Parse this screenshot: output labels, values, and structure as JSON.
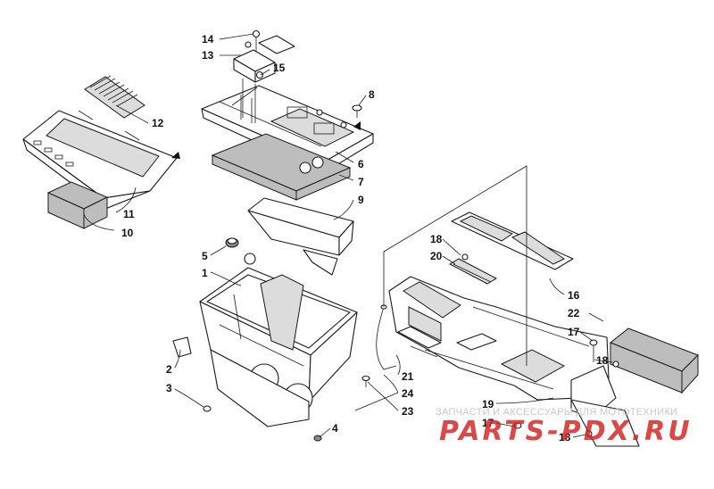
{
  "callouts": [
    {
      "id": "c14",
      "text": "14"
    },
    {
      "id": "c13",
      "text": "13"
    },
    {
      "id": "c15",
      "text": "15"
    },
    {
      "id": "c8",
      "text": "8"
    },
    {
      "id": "c12",
      "text": "12"
    },
    {
      "id": "c6",
      "text": "6"
    },
    {
      "id": "c7",
      "text": "7"
    },
    {
      "id": "c9",
      "text": "9"
    },
    {
      "id": "c11",
      "text": "11"
    },
    {
      "id": "c10",
      "text": "10"
    },
    {
      "id": "c5",
      "text": "5"
    },
    {
      "id": "c1",
      "text": "1"
    },
    {
      "id": "c18a",
      "text": "18"
    },
    {
      "id": "c20",
      "text": "20"
    },
    {
      "id": "c16",
      "text": "16"
    },
    {
      "id": "c22",
      "text": "22"
    },
    {
      "id": "c17a",
      "text": "17"
    },
    {
      "id": "c18b",
      "text": "18"
    },
    {
      "id": "c2",
      "text": "2"
    },
    {
      "id": "c3",
      "text": "3"
    },
    {
      "id": "c21",
      "text": "21"
    },
    {
      "id": "c24",
      "text": "24"
    },
    {
      "id": "c23",
      "text": "23"
    },
    {
      "id": "c4",
      "text": "4"
    },
    {
      "id": "c19",
      "text": "19"
    },
    {
      "id": "c17b",
      "text": "17"
    },
    {
      "id": "c18c",
      "text": "18"
    }
  ],
  "watermark": {
    "caption": "ЗАПЧАСТИ И АКСЕССУАРЫ ДЛЯ МОТОТЕХНИКИ",
    "logo": "PARTS-PDX.RU"
  }
}
